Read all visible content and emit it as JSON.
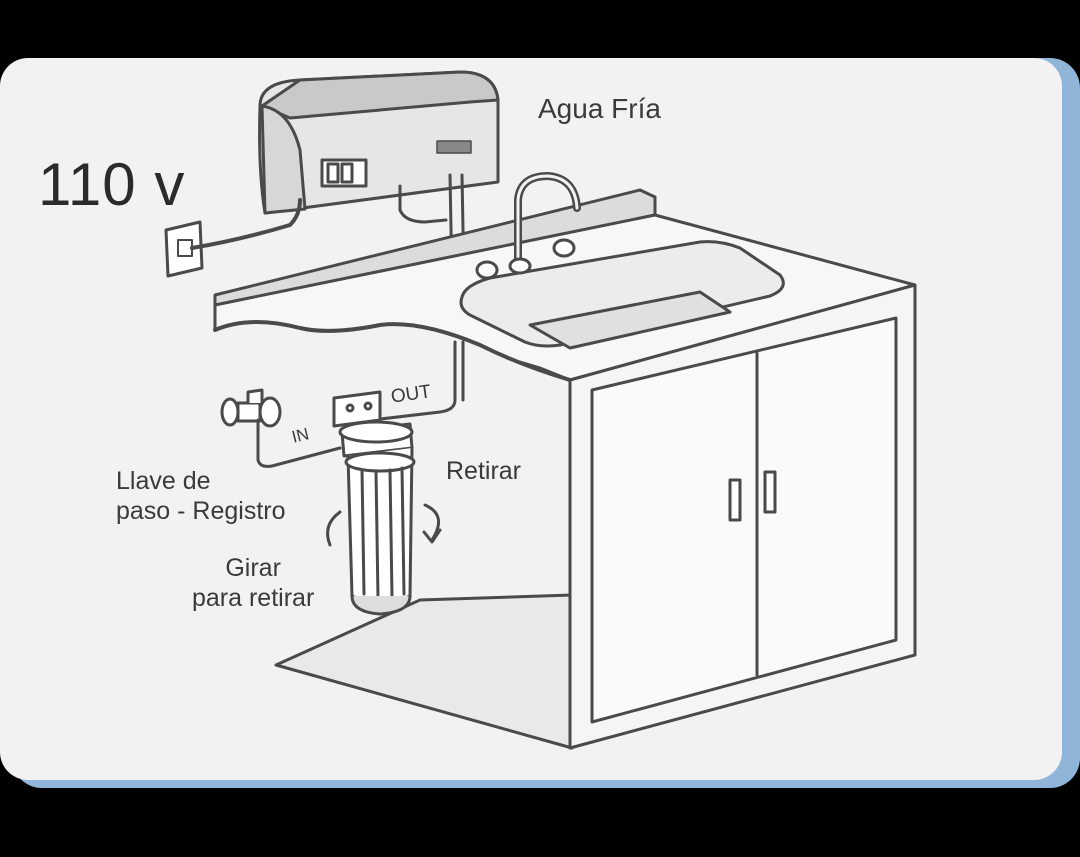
{
  "labels": {
    "voltage": "110 v",
    "cold_water": "Agua Fría",
    "remove": "Retirar",
    "valve_line1": "Llave de",
    "valve_line2": "paso - Registro",
    "turn_line1": "Girar",
    "turn_line2": "para retirar",
    "inlet": "IN",
    "outlet": "OUT"
  },
  "colors": {
    "background_bar": "#000000",
    "panel": "#f2f2f2",
    "line": "#4a4a4a",
    "panel_edge_accent": "#8fb6d8"
  }
}
